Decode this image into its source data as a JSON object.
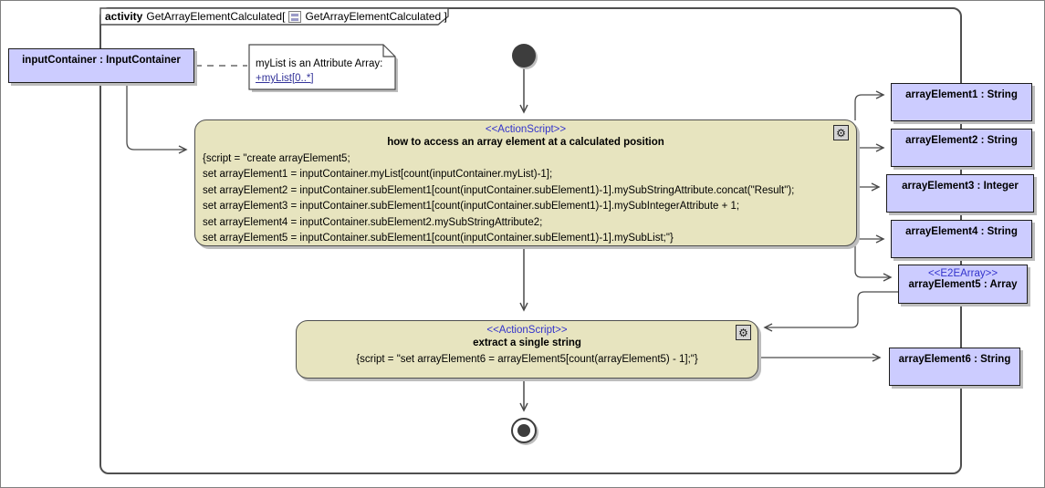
{
  "frame": {
    "keyword": "activity",
    "name_part1": "GetArrayElementCalculated[",
    "name_part2": "GetArrayElementCalculated ]"
  },
  "note": {
    "line1": "myList is an Attribute Array:",
    "link": "+myList[0..*]"
  },
  "input_object": {
    "label": "inputContainer : InputContainer"
  },
  "actions": [
    {
      "stereotype": "<<ActionScript>>",
      "title": "how to access an array element at a calculated position",
      "script": [
        "{script = \"create arrayElement5;",
        "set arrayElement1 = inputContainer.myList[count(inputContainer.myList)-1];",
        "set arrayElement2 = inputContainer.subElement1[count(inputContainer.subElement1)-1].mySubStringAttribute.concat(\"Result\");",
        "set arrayElement3 = inputContainer.subElement1[count(inputContainer.subElement1)-1].mySubIntegerAttribute + 1;",
        "set arrayElement4 = inputContainer.subElement2.mySubStringAttribute2;",
        "set arrayElement5 = inputContainer.subElement1[count(inputContainer.subElement1)-1].mySubList;\"}"
      ]
    },
    {
      "stereotype": "<<ActionScript>>",
      "title": "extract a single string",
      "script": [
        "{script = \"set arrayElement6 = arrayElement5[count(arrayElement5) - 1];\"}"
      ]
    }
  ],
  "objects": [
    {
      "label": "arrayElement1 : String"
    },
    {
      "label": "arrayElement2 : String"
    },
    {
      "label": "arrayElement3 : Integer"
    },
    {
      "label": "arrayElement4 : String"
    },
    {
      "stereotype": "<<E2EArray>>",
      "label": "arrayElement5 : Array"
    },
    {
      "label": "arrayElement6 : String"
    }
  ],
  "icons": {
    "gear": "⚙"
  },
  "colors": {
    "object_fill": "#ccccff",
    "action_fill": "#e7e4bf",
    "stereotype_blue": "#3333cc",
    "link_blue": "#333399",
    "line": "#4a4a4a",
    "shadow": "#bdbdbd"
  }
}
